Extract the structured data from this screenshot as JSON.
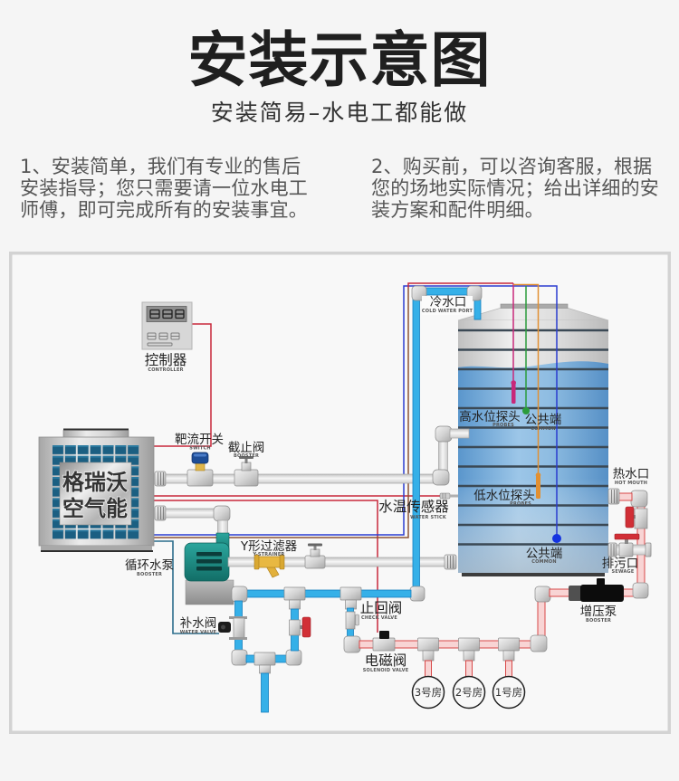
{
  "header": {
    "title": "安装示意图",
    "subtitle": "安装简易–水电工都能做",
    "notes": [
      {
        "lines": [
          "1、安装简单，我们有专业的售后",
          "安装指导；您只需要请一位水电工",
          "师傅，即可完成所有的安装事宜。"
        ]
      },
      {
        "lines": [
          "2、购买前，可以咨询客服，根据",
          "您的场地实际情况；给出详细的安",
          "装方案和配件明细。"
        ]
      }
    ]
  },
  "diagram": {
    "heat_pump": {
      "brand_lines": [
        "格瑞沃",
        "空气能"
      ]
    },
    "labels": {
      "controller": {
        "cn": "控制器",
        "en": "CONTROLLER"
      },
      "flow_switch": {
        "cn": "靶流开关",
        "en": "SWITCH"
      },
      "stop_valve": {
        "cn": "截止阀",
        "en": "BOOSTER"
      },
      "circulation_pump": {
        "cn": "循环水泵",
        "en": "BOOSTER"
      },
      "y_strainer": {
        "cn": "Y形过滤器",
        "en": "Y-STRAINER"
      },
      "makeup_water_valve": {
        "cn": "补水阀",
        "en": "WATER VALVE"
      },
      "check_valve": {
        "cn": "止回阀",
        "en": "CHECK VALVE"
      },
      "solenoid_valve": {
        "cn": "电磁阀",
        "en": "SOLENOID VALVE"
      },
      "cold_water_port": {
        "cn": "冷水口",
        "en": "COLD WATER PORT"
      },
      "high_water_probe": {
        "cn": "高水位探头",
        "en": "PROBES"
      },
      "upper_common": {
        "cn": "公共端",
        "en": "COMMON"
      },
      "low_water_probe": {
        "cn": "低水位探头",
        "en": "PROBES"
      },
      "lower_common": {
        "cn": "公共端",
        "en": "COMMON"
      },
      "water_temp_sensor": {
        "cn": "水温传感器",
        "en": "WATER STICK"
      },
      "hot_water_port": {
        "cn": "热水口",
        "en": "HOT MOUTH"
      },
      "drain": {
        "cn": "排污口",
        "en": "SEWAGE"
      },
      "booster_pump": {
        "cn": "增压泵",
        "en": "BOOSTER"
      }
    },
    "rooms": [
      "3号房",
      "2号房",
      "1号房"
    ],
    "colors": {
      "cold_pipe": "#35b0e8",
      "cold_pipe_edge": "#1680bf",
      "hot_pipe_fill": "#f8d4d4",
      "hot_pipe_edge": "#d84848",
      "signal_wire_red": "#c8283a",
      "signal_wire_blue": "#2a3ccf",
      "signal_wire_brown": "#8a5236",
      "valve_wire": "#2b6d8c",
      "high_probe": "#c8287a",
      "low_probe": "#e29032",
      "upper_common": "#2b9b3b",
      "lower_common": "#1433e0"
    }
  }
}
